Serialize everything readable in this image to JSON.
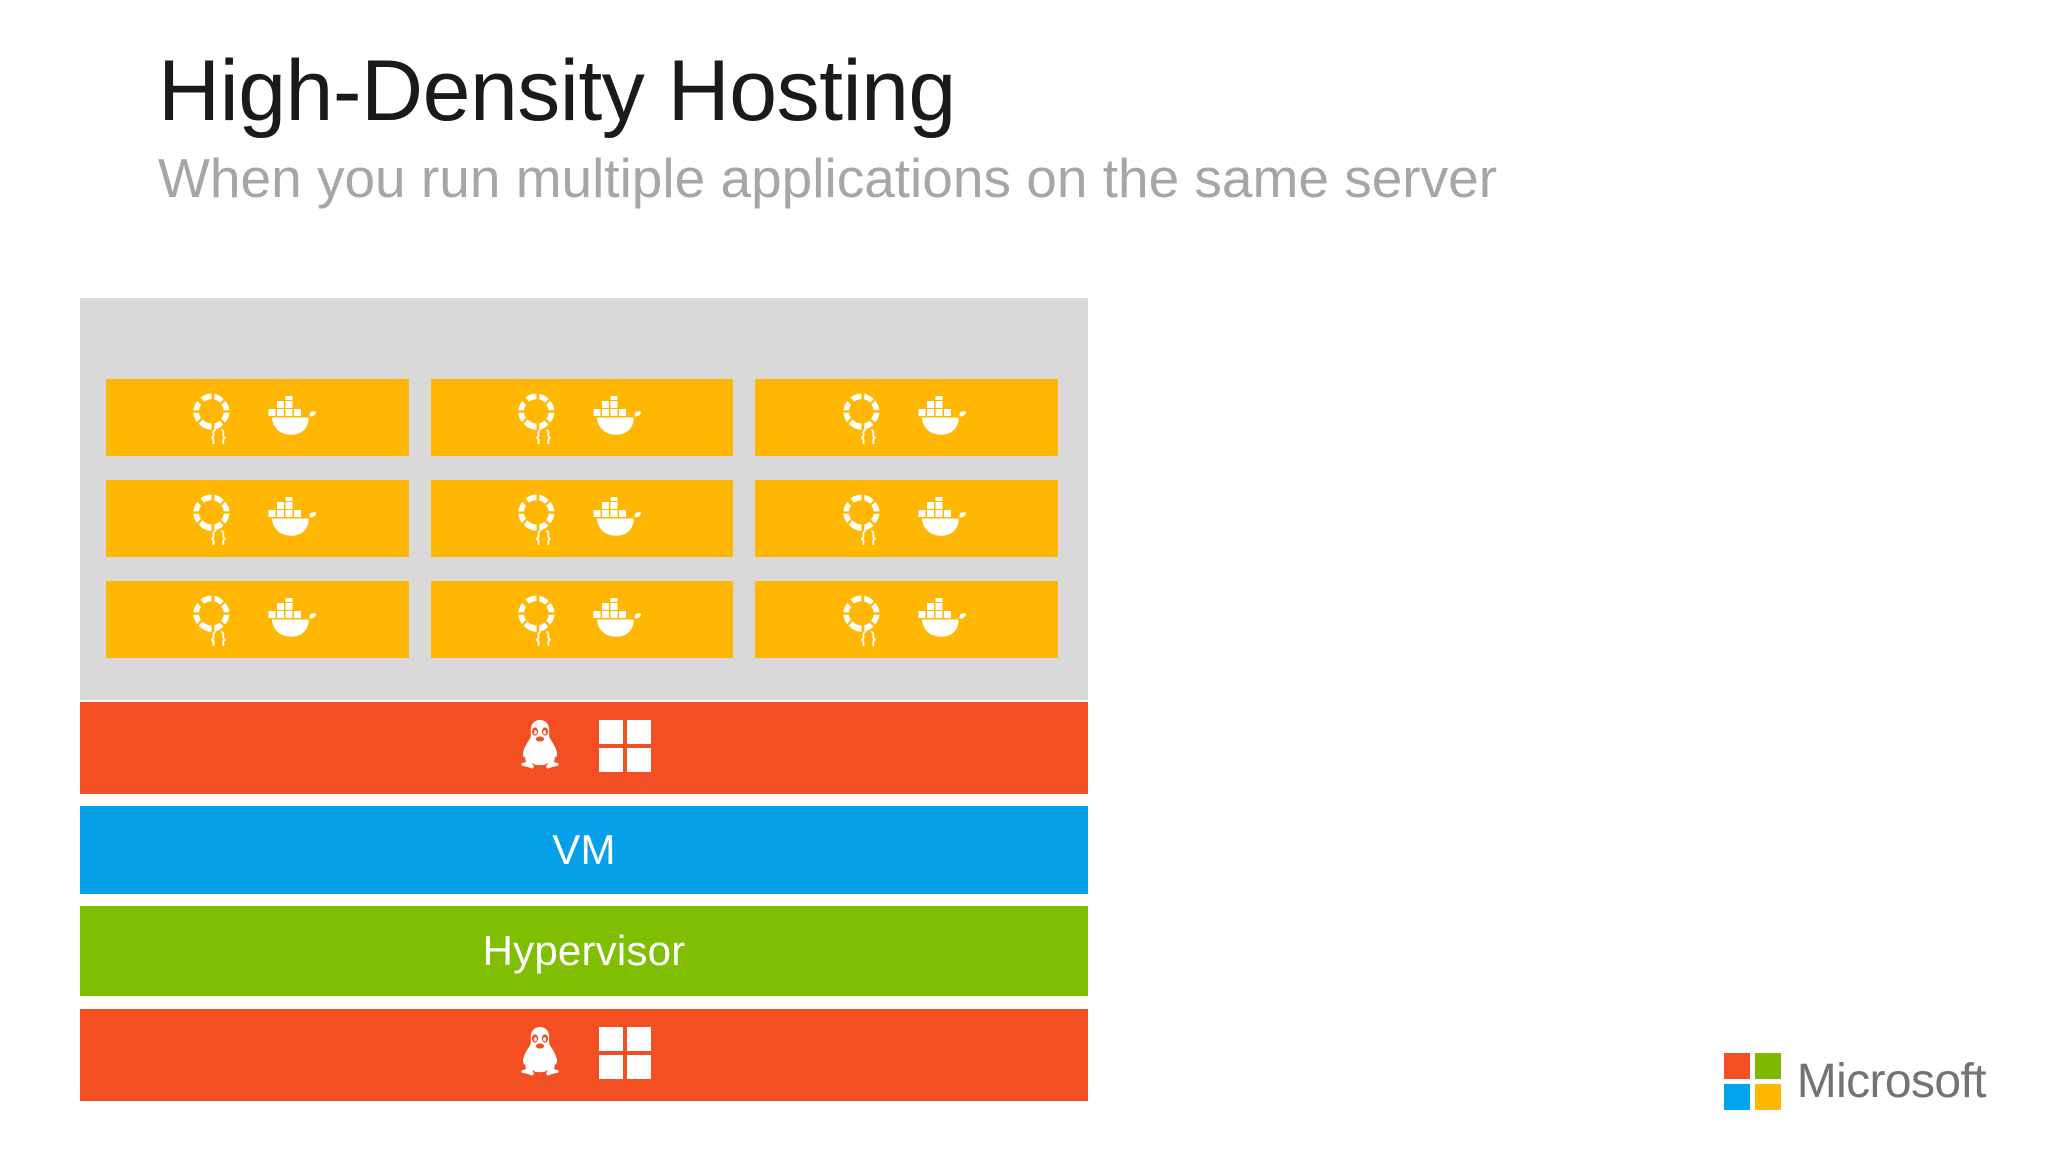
{
  "slide": {
    "title": "High-Density Hosting",
    "subtitle": "When you run multiple applications on the same server",
    "title_color": "#1a1a1a",
    "subtitle_color": "#a6a6a6",
    "background_color": "#ffffff"
  },
  "diagram": {
    "type": "layered-stack",
    "container_host": {
      "background_color": "#d9d9d9",
      "rows": 3,
      "columns": 3,
      "box_color": "#FFB703",
      "boxes": [
        [
          {
            "app_icon": "app-container-icon",
            "runtime_icon": "docker-whale-icon"
          },
          {
            "app_icon": "app-container-icon",
            "runtime_icon": "docker-whale-icon"
          },
          {
            "app_icon": "app-container-icon",
            "runtime_icon": "docker-whale-icon"
          }
        ],
        [
          {
            "app_icon": "app-container-icon",
            "runtime_icon": "docker-whale-icon"
          },
          {
            "app_icon": "app-container-icon",
            "runtime_icon": "docker-whale-icon"
          },
          {
            "app_icon": "app-container-icon",
            "runtime_icon": "docker-whale-icon"
          }
        ],
        [
          {
            "app_icon": "app-container-icon",
            "runtime_icon": "docker-whale-icon"
          },
          {
            "app_icon": "app-container-icon",
            "runtime_icon": "docker-whale-icon"
          },
          {
            "app_icon": "app-container-icon",
            "runtime_icon": "docker-whale-icon"
          }
        ]
      ]
    },
    "layers": [
      {
        "id": "guest-os",
        "label": "",
        "color": "#F25022",
        "icons": [
          "linux-tux-icon",
          "windows-logo-icon"
        ]
      },
      {
        "id": "vm",
        "label": "VM",
        "color": "#06A0E8",
        "icons": []
      },
      {
        "id": "hypervisor",
        "label": "Hypervisor",
        "color": "#7FBE00",
        "icons": []
      },
      {
        "id": "host-os",
        "label": "",
        "color": "#F25022",
        "icons": [
          "linux-tux-icon",
          "windows-logo-icon"
        ]
      }
    ]
  },
  "branding": {
    "wordmark": "Microsoft",
    "wordmark_color": "#737373",
    "squares": [
      {
        "name": "square-top-left",
        "color": "#F25022"
      },
      {
        "name": "square-top-right",
        "color": "#7FBA00"
      },
      {
        "name": "square-bottom-left",
        "color": "#00A4EF"
      },
      {
        "name": "square-bottom-right",
        "color": "#FFB900"
      }
    ]
  }
}
